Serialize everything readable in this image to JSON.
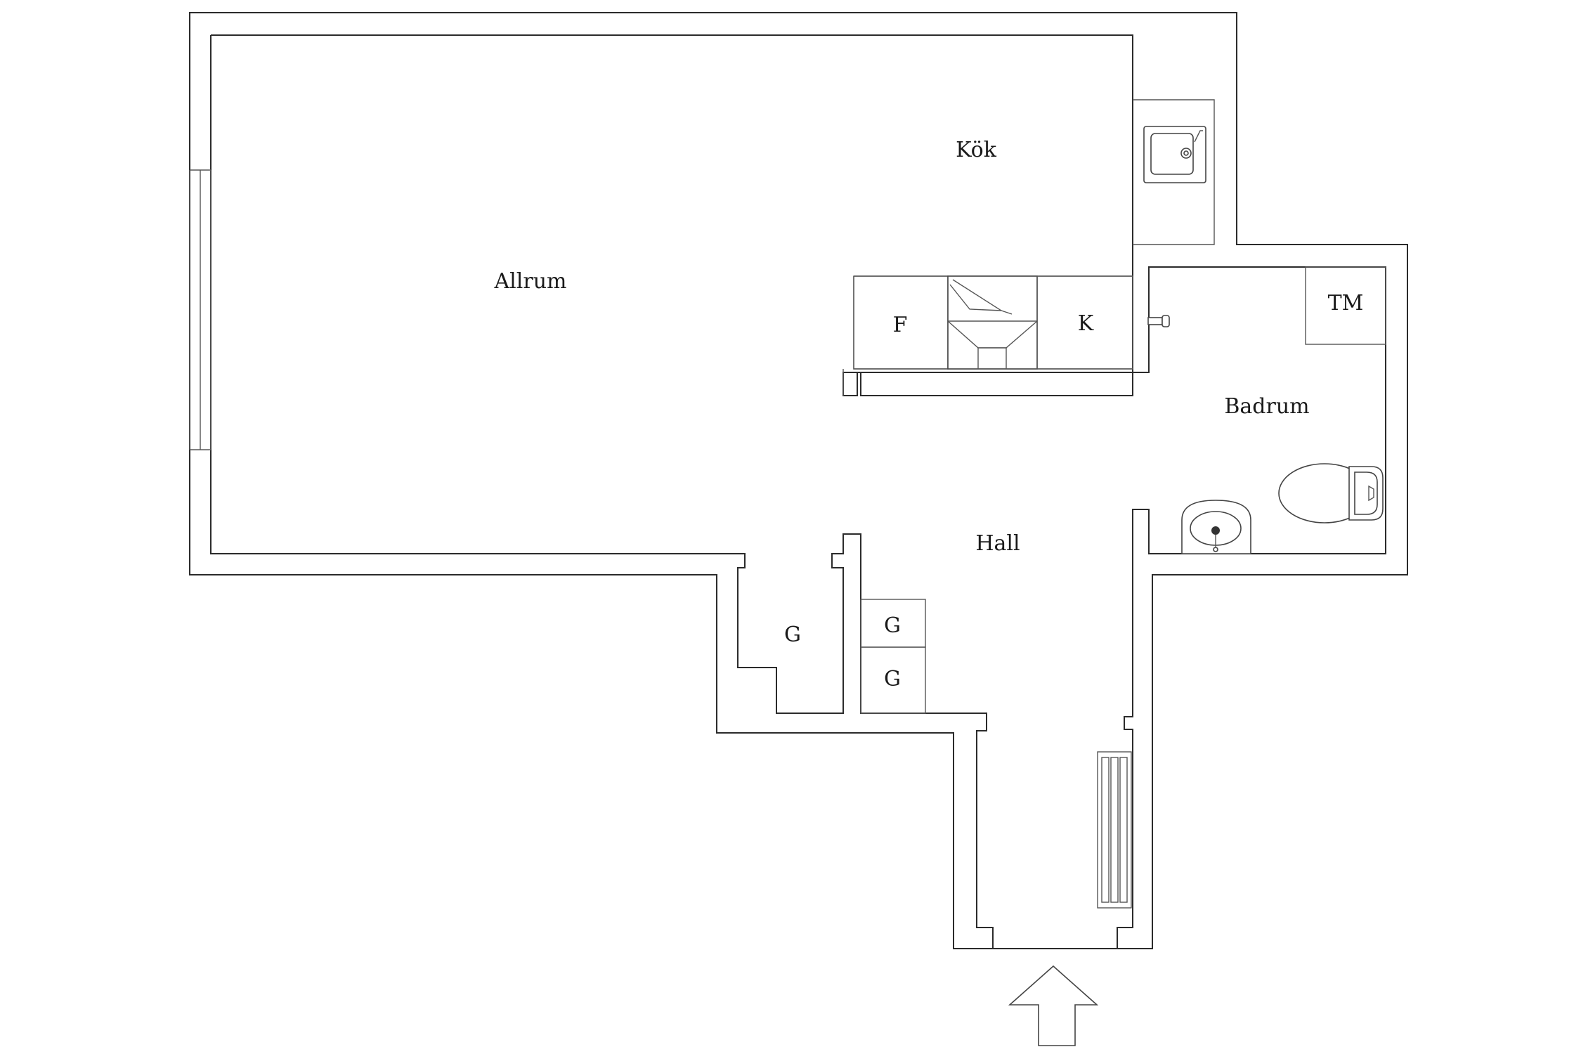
{
  "rooms": {
    "allrum": "Allrum",
    "kok": "Kök",
    "badrum": "Badrum",
    "hall": "Hall",
    "fridge": "F",
    "freezer": "K",
    "washer": "TM",
    "closet_a": "G",
    "closet_b": "G",
    "closet_c": "G"
  },
  "colors": {
    "wall": "#2b2b2b",
    "background": "#ffffff"
  },
  "icons": {
    "kitchen_sink": "kitchen-sink-icon",
    "stove": "stove-hood-icon",
    "toilet": "toilet-icon",
    "washbasin": "washbasin-icon",
    "radiator": "radiator-icon",
    "entrance": "entrance-arrow-icon",
    "faucet": "faucet-icon"
  }
}
